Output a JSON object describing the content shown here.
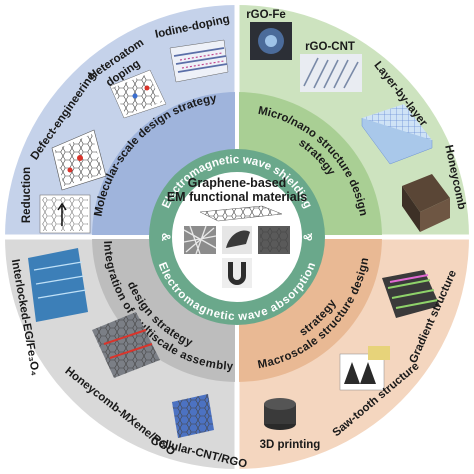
{
  "center": {
    "title_line1": "Graphene-based",
    "title_line2": "EM functional materials",
    "ampersand_left": "&",
    "ampersand_right": "&"
  },
  "ring": {
    "top_text": "Electromagnetic wave shielding",
    "bottom_text": "Electromagnetic wave absorption"
  },
  "middle": {
    "tl_strategy": "Molecular-scale design strategy",
    "tr_strategy_line1": "Micro/nano structure design",
    "tr_strategy_line2": "strategy",
    "bl_strategy_line1": "Integration of multiscale assembly",
    "bl_strategy_line2": "design strategy",
    "br_strategy_line1": "Macroscale structure design",
    "br_strategy_line2": "strategy"
  },
  "outer": {
    "tl": [
      "Reduction",
      "Defect-engineering",
      "Heteroatom",
      "doping",
      "Iodine-doping"
    ],
    "tr": [
      "rGO-Fe",
      "rGO-CNT",
      "Layer-by-layer",
      "Honeycomb"
    ],
    "bl": [
      "Interlocked-EG/Fe₃O₄",
      "Honeycomb-MXene/RGO",
      "Cellular-CNT/RGO"
    ],
    "br": [
      "3D printing",
      "Saw-tooth structure",
      "Gradient structure"
    ]
  },
  "colors": {
    "tl_outer": "#c5d2ea",
    "tl_mid": "#9fb4dc",
    "tr_outer": "#cde3bf",
    "tr_mid": "#a9cf94",
    "bl_outer": "#d9d9d9",
    "bl_mid": "#bdbdbd",
    "br_outer": "#f4d6bf",
    "br_mid": "#e9b994",
    "ring": "#6aa88b",
    "center": "#ffffff"
  }
}
